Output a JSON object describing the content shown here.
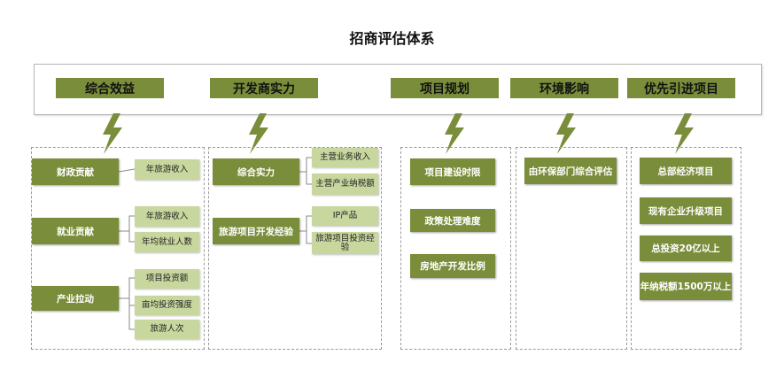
{
  "title": "招商评估体系",
  "colors": {
    "dark_green": "#7a8d3a",
    "light_green": "#c8d79e"
  },
  "categories": [
    {
      "label": "综合效益"
    },
    {
      "label": "开发商实力"
    },
    {
      "label": "项目规划"
    },
    {
      "label": "环境影响"
    },
    {
      "label": "优先引进项目"
    }
  ],
  "benefit": {
    "groups": [
      {
        "label": "财政贡献",
        "items": [
          "年旅游收入"
        ]
      },
      {
        "label": "就业贡献",
        "items": [
          "年旅游收入",
          "年均就业人数"
        ]
      },
      {
        "label": "产业拉动",
        "items": [
          "项目投资额",
          "亩均投资强度",
          "旅游人次"
        ]
      }
    ]
  },
  "developer": {
    "groups": [
      {
        "label": "综合实力",
        "items": [
          "主营业务收入",
          "主营产业纳税额"
        ]
      },
      {
        "label": "旅游项目开发经验",
        "items": [
          "IP产品",
          "旅游项目投资经验"
        ]
      }
    ]
  },
  "planning": {
    "items": [
      "项目建设时限",
      "政策处理难度",
      "房地产开发比例"
    ]
  },
  "environment": {
    "items": [
      "由环保部门综合评估"
    ]
  },
  "priority": {
    "items": [
      "总部经济项目",
      "现有企业升级项目",
      "总投资20亿以上",
      "年纳税额1500万以上"
    ]
  }
}
